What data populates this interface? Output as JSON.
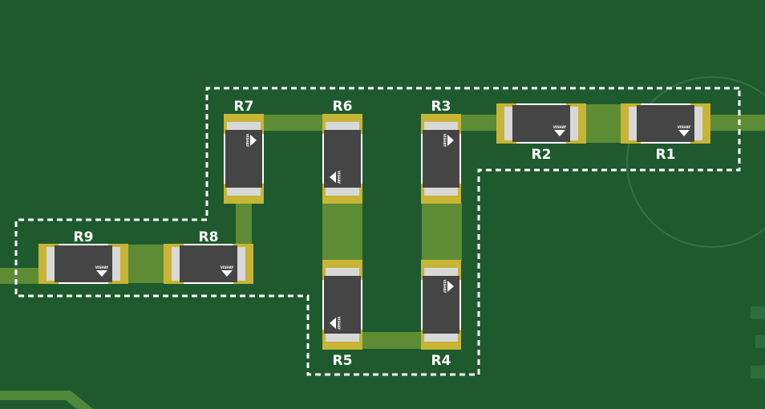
{
  "board": {
    "colors": {
      "board": "#1e5a2e",
      "copper_trace": "#5e8c35",
      "pad": "#c8b435",
      "terminal": "#d8d8d8",
      "body": "#454545",
      "silkscreen": "#ffffff",
      "keepout": "#ffffff"
    }
  },
  "components": [
    {
      "id": "r1",
      "refdes": "R1",
      "maker": "VISHAY"
    },
    {
      "id": "r2",
      "refdes": "R2",
      "maker": "VISHAY"
    },
    {
      "id": "r3",
      "refdes": "R3",
      "maker": "VISHAY"
    },
    {
      "id": "r4",
      "refdes": "R4",
      "maker": "VISHAY"
    },
    {
      "id": "r5",
      "refdes": "R5",
      "maker": "VISHAY"
    },
    {
      "id": "r6",
      "refdes": "R6",
      "maker": "VISHAY"
    },
    {
      "id": "r7",
      "refdes": "R7",
      "maker": "VISHAY"
    },
    {
      "id": "r8",
      "refdes": "R8",
      "maker": "VISHAY"
    },
    {
      "id": "r9",
      "refdes": "R9",
      "maker": "VISHAY"
    }
  ]
}
